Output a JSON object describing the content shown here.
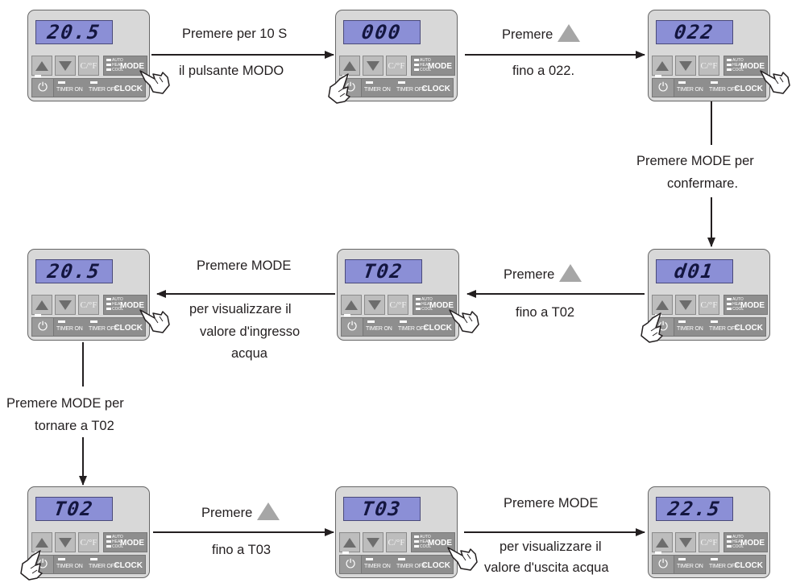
{
  "panel_labels": {
    "modes": [
      "AUTO",
      "HEAT",
      "COOL"
    ],
    "mode": "MODE",
    "cf": "C/°F",
    "timer_on": "TIMER ON",
    "timer_off": "TIMER OFF",
    "clock": "CLOCK",
    "power_icon": "power-icon"
  },
  "panels": [
    {
      "id": "p1",
      "display": "20.5"
    },
    {
      "id": "p2",
      "display": "000"
    },
    {
      "id": "p3",
      "display": "022"
    },
    {
      "id": "p4",
      "display": "d01"
    },
    {
      "id": "p5",
      "display": "T02"
    },
    {
      "id": "p6",
      "display": "20.5"
    },
    {
      "id": "p7",
      "display": "T02"
    },
    {
      "id": "p8",
      "display": "T03"
    },
    {
      "id": "p9",
      "display": "22.5"
    }
  ],
  "labels": {
    "a1_line1": "Premere per 10 S",
    "a1_line2": "il pulsante MODO",
    "a2_line1": "Premere",
    "a2_line2": "fino a 022.",
    "a3_line1": "Premere MODE per",
    "a3_line2": "confermare.",
    "a4_line1": "Premere",
    "a4_line2": "fino a T02",
    "a5_line1": "Premere MODE",
    "a5_line2": "per visualizzare il",
    "a5_line3": "valore d'ingresso",
    "a5_line4": "acqua",
    "a6_line1": "Premere MODE per",
    "a6_line2": "tornare a T02",
    "a7_line1": "Premere",
    "a7_line2": "fino a T03",
    "a8_line1": "Premere MODE",
    "a8_line2": "per visualizzare il",
    "a8_line3": "valore d'uscita acqua"
  }
}
